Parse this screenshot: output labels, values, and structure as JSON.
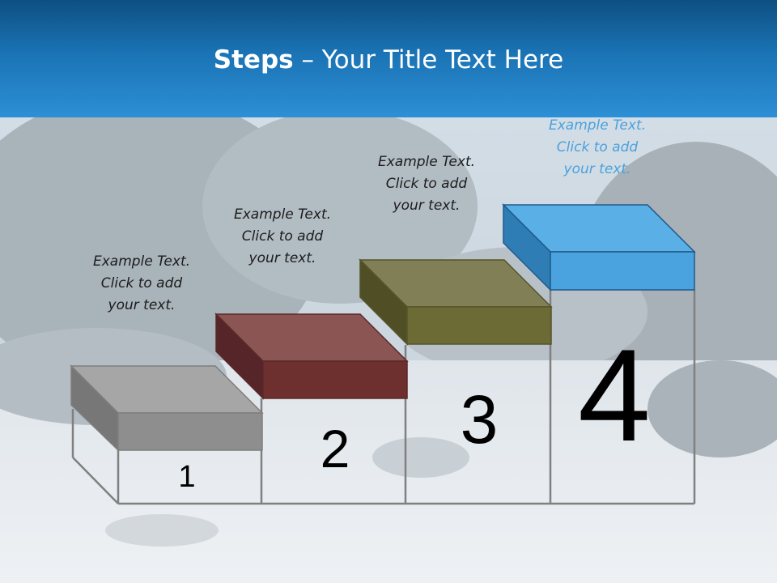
{
  "slide": {
    "title_bold": "Steps",
    "title_rest": " – Your Title Text Here"
  },
  "steps": [
    {
      "number": "1",
      "label_lines": [
        "Example Text.",
        "Click  to add",
        "your text."
      ],
      "color": "#8e8e8e"
    },
    {
      "number": "2",
      "label_lines": [
        "Example Text.",
        "Click  to add",
        "your text."
      ],
      "color": "#6e2f2f"
    },
    {
      "number": "3",
      "label_lines": [
        "Example Text.",
        "Click  to add",
        "your text."
      ],
      "color": "#6c6b35"
    },
    {
      "number": "4",
      "label_lines": [
        "Example Text.",
        "Click  to add",
        "your text."
      ],
      "color": "#4aa3df"
    }
  ],
  "colors": {
    "header_dark": "#0e4f82",
    "header_light": "#2d8fd6",
    "step4_label": "#4aa1dc"
  }
}
